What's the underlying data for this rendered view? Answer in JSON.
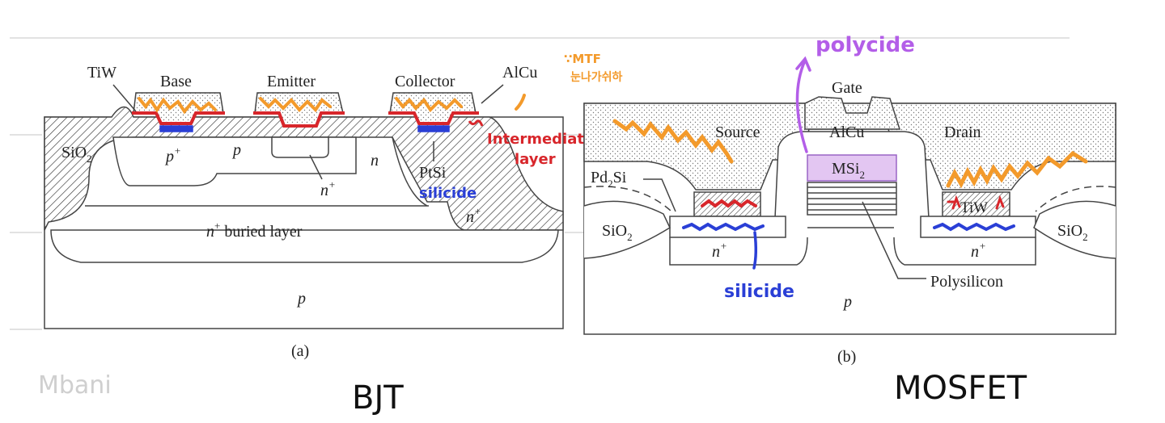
{
  "figure_a": {
    "caption": "(a)",
    "labels": {
      "tiw": "TiW",
      "base": "Base",
      "emitter": "Emitter",
      "collector": "Collector",
      "alcu": "AlCu",
      "sio2_main": "SiO",
      "sio2_sub": "2",
      "p_plus_main": "p",
      "p_plus_sup": "+",
      "p_region": "p",
      "n_region": "n",
      "n_plus_emitter_main": "n",
      "n_plus_emitter_sup": "+",
      "ptsi": "PtSi",
      "n_plus_collector_main": "n",
      "n_plus_collector_sup": "+",
      "buried_main": "n",
      "buried_sup": "+",
      "buried_rest": " buried layer",
      "substrate": "p"
    },
    "annotations": {
      "mtf_note_1": "∵MTF",
      "mtf_note_2": "눈나가쉬하",
      "intermediate_1": "Intermediate",
      "intermediate_2": "layer",
      "silicide": "silicide"
    }
  },
  "figure_b": {
    "caption": "(b)",
    "labels": {
      "gate": "Gate",
      "source": "Source",
      "alcu": "AlCu",
      "drain": "Drain",
      "pd2si_a": "Pd",
      "pd2si_sub": "2",
      "pd2si_b": "Si",
      "sio2_left_main": "SiO",
      "sio2_left_sub": "2",
      "sio2_right_main": "SiO",
      "sio2_right_sub": "2",
      "msi2_main": "MSi",
      "msi2_sub": "2",
      "tiw": "TiW",
      "n_plus_left_main": "n",
      "n_plus_left_sup": "+",
      "n_plus_right_main": "n",
      "n_plus_right_sup": "+",
      "polysilicon": "Polysilicon",
      "substrate": "p"
    },
    "annotations": {
      "polycide": "polycide",
      "silicide": "silicide"
    }
  },
  "bottom": {
    "watermark": "Mbani",
    "bjt": "BJT",
    "mosfet": "MOSFET"
  },
  "colors": {
    "orange": "#f39a2b",
    "red": "#d8262b",
    "blue": "#2a3fd6",
    "purple": "#b35ee8",
    "msi2_fill": "#e3c6f2",
    "line": "#444444"
  }
}
